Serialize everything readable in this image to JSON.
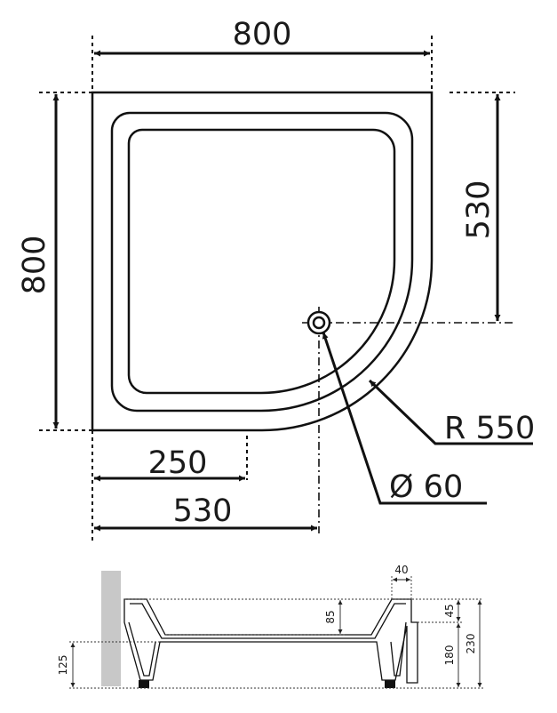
{
  "top_view": {
    "width_label": "800",
    "height_label": "800",
    "offset_right_label": "530",
    "offset_drain_x_label": "250",
    "offset_bottom_label": "530",
    "radius_label": "R 550",
    "drain_label": "Ø 60"
  },
  "side_view": {
    "rim_width_label": "40",
    "inner_depth_label": "85",
    "rim_height_label": "45",
    "base_height_label": "180",
    "total_height_label": "230",
    "floor_height_label": "125"
  },
  "colors": {
    "line": "#111111",
    "wall": "#c8c8c8"
  }
}
